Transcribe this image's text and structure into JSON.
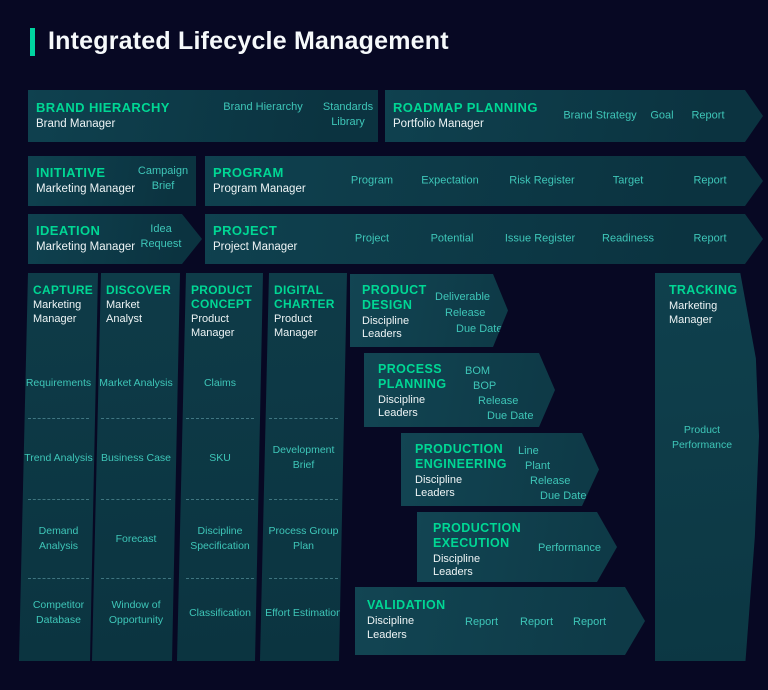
{
  "header": {
    "title": "Integrated Lifecycle Management"
  },
  "colors": {
    "background": "#070823",
    "panel_teal": "#0d3844",
    "panel_light": "#124553",
    "heading_green": "#00d794",
    "item_teal": "#3ec6b8",
    "text_white": "#f6f9fb",
    "accent_bar": "#00d4a0"
  },
  "rows": {
    "brand": {
      "title": "BRAND HIERARCHY",
      "role": "Brand Manager",
      "items": [
        "Brand Hierarchy",
        "Standards Library"
      ]
    },
    "roadmap": {
      "title": "ROADMAP PLANNING",
      "role": "Portfolio Manager",
      "items": [
        "Brand Strategy",
        "Goal",
        "Report"
      ]
    },
    "initiative": {
      "title": "INITIATIVE",
      "role": "Marketing Manager",
      "items": [
        "Campaign Brief"
      ]
    },
    "program": {
      "title": "PROGRAM",
      "role": "Program Manager",
      "items": [
        "Program",
        "Expectation",
        "Risk Register",
        "Target",
        "Report"
      ]
    },
    "ideation": {
      "title": "IDEATION",
      "role": "Marketing Manager",
      "items": [
        "Idea Request"
      ]
    },
    "project": {
      "title": "PROJECT",
      "role": "Project Manager",
      "items": [
        "Project",
        "Potential",
        "Issue Register",
        "Readiness",
        "Report"
      ]
    }
  },
  "columns": {
    "capture": {
      "title": "CAPTURE",
      "role": "Marketing Manager",
      "items": [
        "Requirements",
        "Trend Analysis",
        "Demand Analysis",
        "Competitor Database"
      ]
    },
    "discover": {
      "title": "DISCOVER",
      "role": "Market Analyst",
      "items": [
        "Market Analysis",
        "Business Case",
        "Forecast",
        "Window of Opportunity"
      ]
    },
    "concept": {
      "title": "PRODUCT CONCEPT",
      "role": "Product Manager",
      "items": [
        "Claims",
        "SKU",
        "Discipline Specification",
        "Classification"
      ]
    },
    "charter": {
      "title": "DIGITAL CHARTER",
      "role": "Product Manager",
      "items": [
        "",
        "Development Brief",
        "Process Group Plan",
        "Effort Estimation"
      ]
    }
  },
  "stages": {
    "design": {
      "title": "PRODUCT DESIGN",
      "role": "Discipline Leaders",
      "items": [
        "Deliverable",
        "Release",
        "Due Date"
      ]
    },
    "planning": {
      "title": "PROCESS PLANNING",
      "role": "Discipline Leaders",
      "items": [
        "BOM",
        "BOP",
        "Release",
        "Due Date"
      ]
    },
    "engineering": {
      "title": "PRODUCTION ENGINEERING",
      "role": "Discipline Leaders",
      "items": [
        "Line",
        "Plant",
        "Release",
        "Due Date"
      ]
    },
    "execution": {
      "title": "PRODUCTION EXECUTION",
      "role": "Discipline Leaders",
      "items": [
        "Performance"
      ]
    },
    "validation": {
      "title": "VALIDATION",
      "role": "Discipline Leaders",
      "items": [
        "Report",
        "Report",
        "Report"
      ]
    }
  },
  "tracking": {
    "title": "TRACKING",
    "role": "Marketing Manager",
    "items": [
      "Product Performance"
    ]
  }
}
